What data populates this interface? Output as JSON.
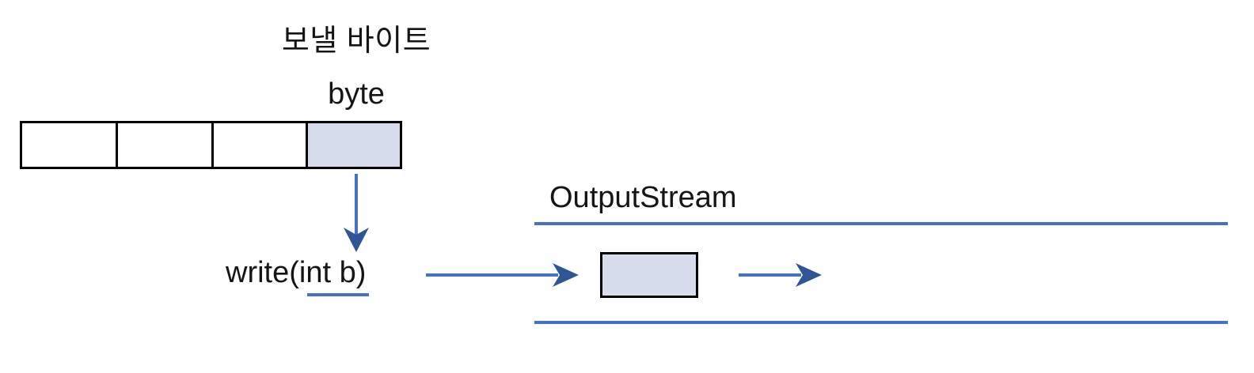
{
  "diagram": {
    "title_korean": "보낼 바이트",
    "byte_label": "byte",
    "method_label": "write(int b)",
    "stream_label": "OutputStream",
    "byte_array": {
      "cells": [
        {
          "index": 0,
          "state": "empty",
          "value": ""
        },
        {
          "index": 1,
          "state": "empty",
          "value": ""
        },
        {
          "index": 2,
          "state": "empty",
          "value": ""
        },
        {
          "index": 3,
          "state": "filled",
          "value": ""
        }
      ]
    },
    "stream_packet": {
      "state": "filled",
      "value": ""
    },
    "colors": {
      "accent_blue": "#4472c4",
      "fill_lavender": "#d6dcec",
      "outline_black": "#000000",
      "text_black": "#151515",
      "background": "#ffffff"
    },
    "icons": {
      "down_arrow": "arrow-down-icon",
      "flow_arrow_in": "arrow-right-icon",
      "flow_arrow_out": "arrow-right-icon"
    }
  }
}
